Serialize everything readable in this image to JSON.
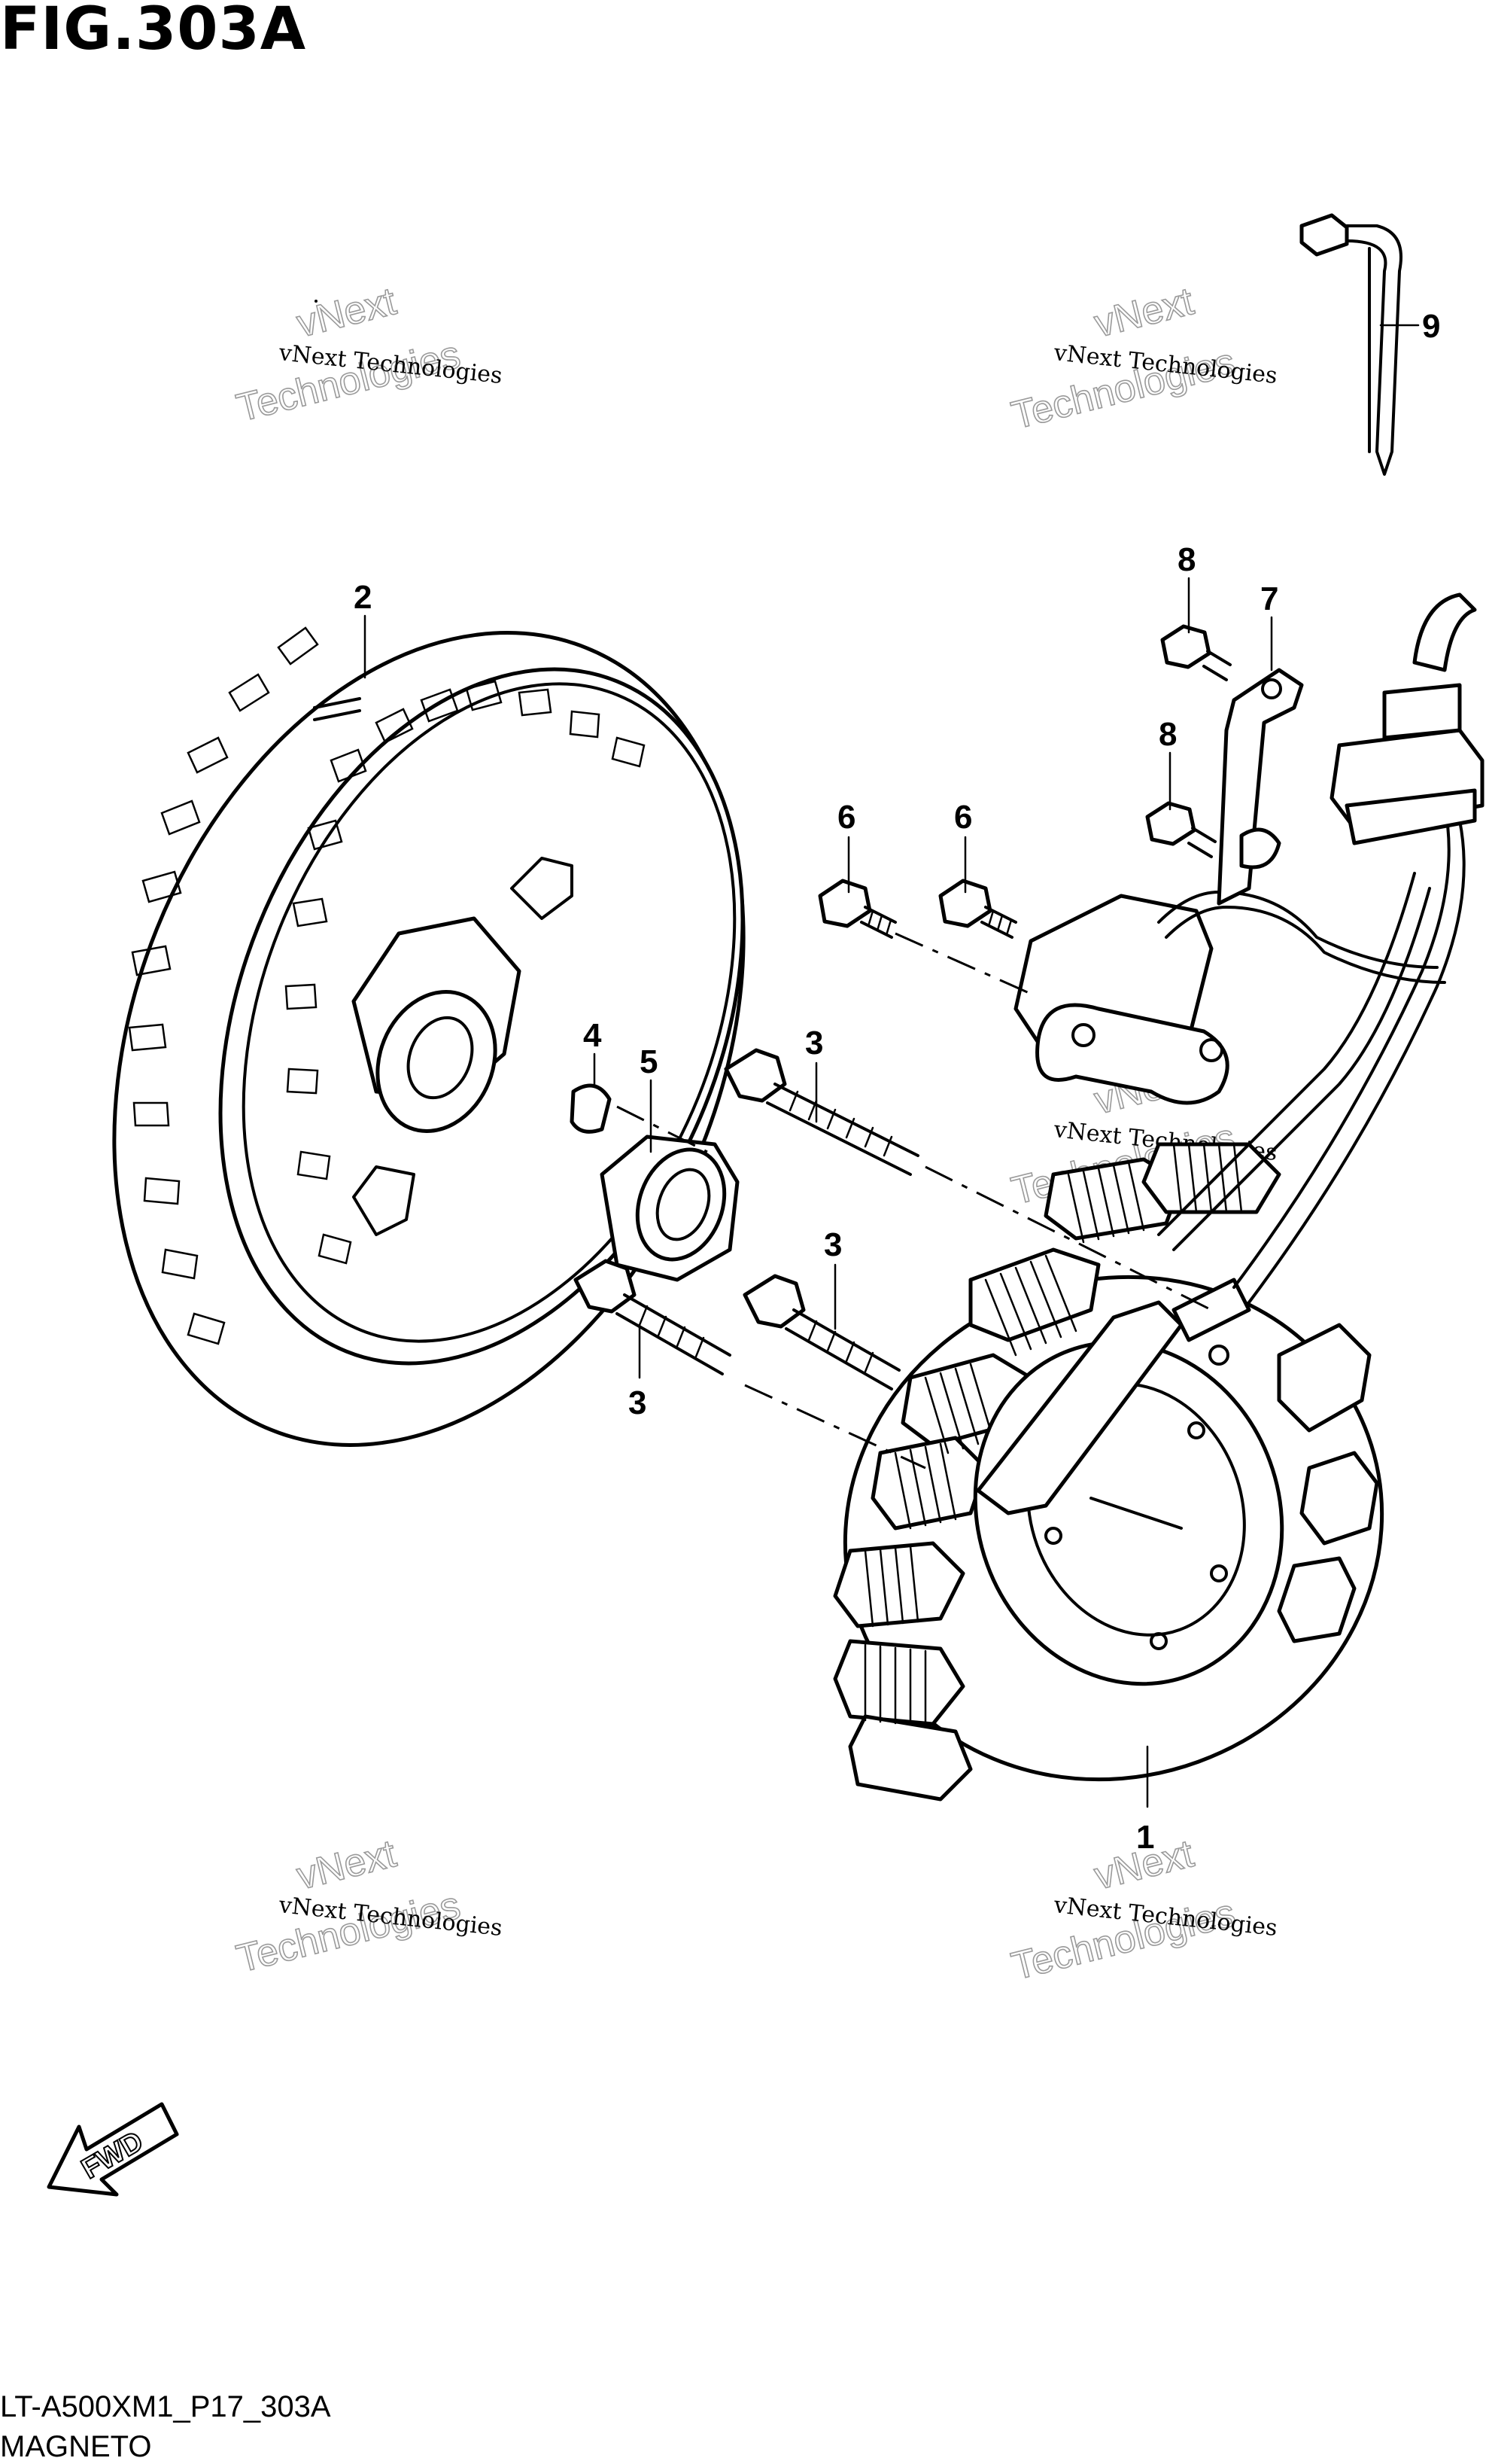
{
  "figure": {
    "title": "FIG.303A",
    "code": "LT-A500XM1_P17_303A",
    "section": "MAGNETO"
  },
  "callouts": {
    "c1": "1",
    "c2": "2",
    "c3a": "3",
    "c3b": "3",
    "c3c": "3",
    "c4": "4",
    "c5": "5",
    "c6a": "6",
    "c6b": "6",
    "c7": "7",
    "c8a": "8",
    "c8b": "8",
    "c9": "9"
  },
  "watermark": {
    "brand_small": "vNext Technologies",
    "brand_top": "vNext",
    "brand_bottom": "Technologies"
  },
  "fwd_label": "FWD"
}
